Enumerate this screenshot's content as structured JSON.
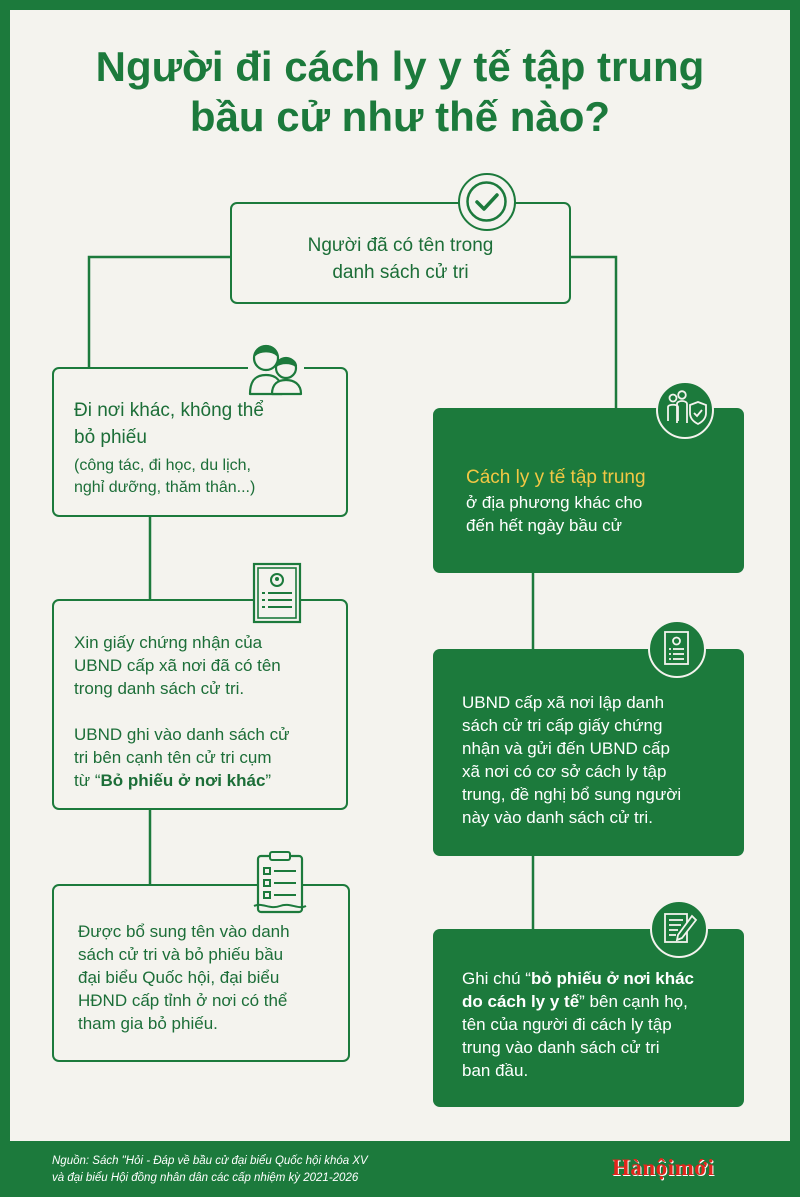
{
  "title": {
    "line1": "Người đi cách ly y tế tập trung",
    "line2": "bầu cử như thế nào?"
  },
  "top_box": {
    "line1": "Người đã có tên trong",
    "line2": "danh sách cử tri"
  },
  "left": {
    "box1": {
      "heading1": "Đi nơi khác, không thể",
      "heading2": "bỏ phiếu",
      "detail1": "(công tác, đi học, du lịch,",
      "detail2": "nghỉ dưỡng, thăm thân...)"
    },
    "box2": {
      "p1_l1": "Xin giấy chứng nhận của",
      "p1_l2": "UBND cấp xã nơi đã có tên",
      "p1_l3": "trong danh sách cử tri.",
      "p2_l1": "UBND ghi vào danh sách cử",
      "p2_l2": "tri bên cạnh tên cử tri cụm",
      "p2_l3_a": "từ “",
      "p2_l3_b": "Bỏ phiếu ở nơi khác",
      "p2_l3_c": "”"
    },
    "box3": {
      "l1": "Được bổ sung tên vào danh",
      "l2": "sách cử tri và bỏ phiếu bầu",
      "l3": "đại biểu Quốc hội, đại biểu",
      "l4": "HĐND cấp tỉnh ở nơi có thể",
      "l5": "tham gia bỏ phiếu."
    }
  },
  "right": {
    "box1": {
      "heading": "Cách ly y tế tập trung",
      "l1": "ở địa phương khác cho",
      "l2": "đến hết ngày bầu cử"
    },
    "box2": {
      "l1": "UBND cấp xã nơi lập danh",
      "l2": "sách cử tri cấp giấy chứng",
      "l3": "nhận và gửi đến UBND cấp",
      "l4": "xã nơi có cơ sở cách ly tập",
      "l5": "trung, đề nghị bổ sung người",
      "l6": "này vào danh sách cử tri."
    },
    "box3": {
      "l1_a": "Ghi chú “",
      "l1_b": "bỏ phiếu ở nơi khác",
      "l2_b": "do cách ly y tế",
      "l2_c": "” bên cạnh họ,",
      "l3": "tên của người đi cách ly tập",
      "l4": "trung vào danh sách cử tri",
      "l5": "ban đầu."
    }
  },
  "footer": {
    "line1": "Nguồn: Sách \"Hỏi - Đáp về bầu cử đại biểu Quốc hội khóa XV",
    "line2": "và đại biểu Hội đồng nhân dân các cấp nhiệm kỳ 2021-2026"
  },
  "logo": "Hànộimới",
  "icons": [
    "check-circle-icon",
    "people-icon",
    "group-shield-icon",
    "certificate-icon",
    "clipboard-checklist-icon",
    "document-icon",
    "note-pen-icon"
  ],
  "colors": {
    "brand_green": "#1c7a3c",
    "background": "#f4f3ee",
    "highlight_yellow": "#f2c744",
    "logo_red": "#e2261c"
  }
}
